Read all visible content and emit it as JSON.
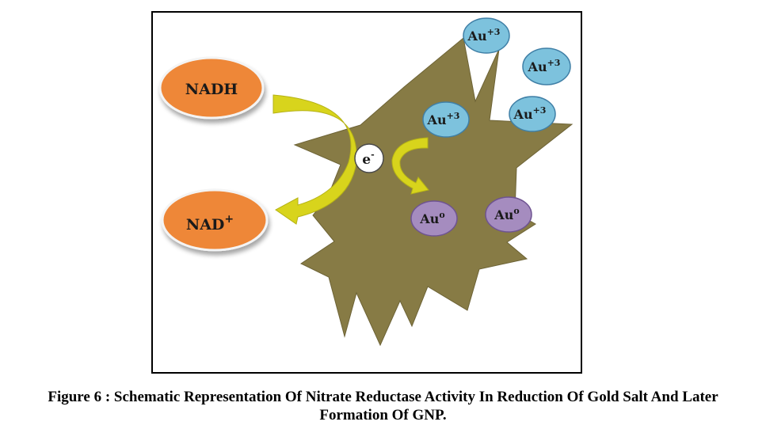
{
  "figure": {
    "caption_line_1": "Figure 6  : Schematic Representation Of Nitrate Reductase Activity In Reduction Of Gold Salt And Later",
    "caption_line_2": "Formation Of GNP."
  },
  "labels": {
    "nadh": "NADH",
    "nad_base": "NAD",
    "nad_sup": "+",
    "electron_base": "e",
    "electron_sup": "-",
    "au_base": "Au",
    "au_ion_sup": "+3",
    "au_zero_sup": "o"
  },
  "colors": {
    "cell": "#877b45",
    "nad_fill": "#ee8737",
    "arrow": "#d8d41c",
    "au_ion_fill": "#7dc2dd",
    "au_zero_fill": "#a58cbf",
    "electron_fill": "#ffffff"
  }
}
